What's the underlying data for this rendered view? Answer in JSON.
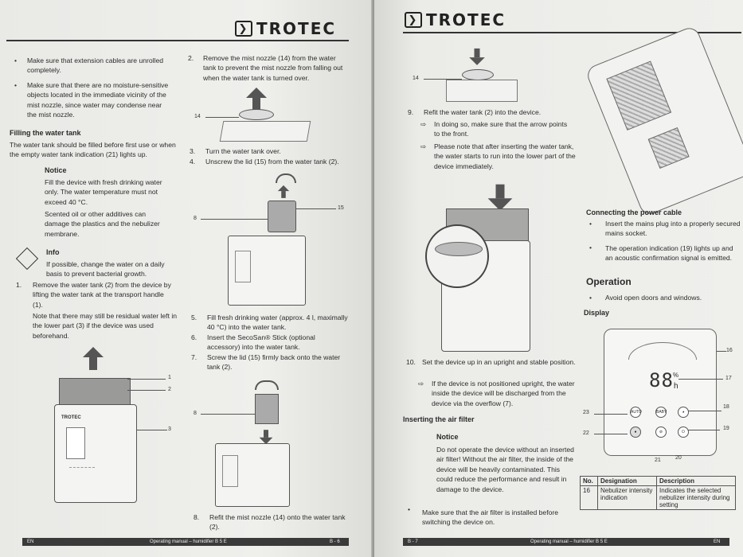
{
  "brand": "TROTEC",
  "left": {
    "bullets_top": [
      "Make sure that extension cables are unrolled completely.",
      "Make sure that there are no moisture-sensitive objects located in the immediate vicinity of the mist nozzle, since water may condense near the mist nozzle."
    ],
    "filling_heading": "Filling the water tank",
    "filling_text": "The water tank should be filled before first use or when the empty water tank indication (21) lights up.",
    "notice_heading": "Notice",
    "notice_text": "Fill the device with fresh drinking water only. The water temperature must not exceed 40 °C.",
    "notice_text2": "Scented oil or other additives can damage the plastics and the nebulizer membrane.",
    "info_heading": "Info",
    "info_text": "If possible, change the water on a daily basis to prevent bacterial growth.",
    "step1_num": "1.",
    "step1_text": "Remove the water tank (2) from the device by lifting the water tank at the transport handle (1).",
    "step1_note": "Note that there may still be residual water left in the lower part (3) if the device was used beforehand.",
    "step2_num": "2.",
    "step2_text": "Remove the mist nozzle (14) from the water tank to prevent the mist nozzle from falling out when the water tank is turned over.",
    "step3_num": "3.",
    "step3_text": "Turn the water tank over.",
    "step4_num": "4.",
    "step4_text": "Unscrew the lid (15) from the water tank (2).",
    "step5_num": "5.",
    "step5_text": "Fill fresh drinking water (approx. 4 l, maximally 40 °C) into the water tank.",
    "step6_num": "6.",
    "step6_text": "Insert the SecoSan® Stick (optional accessory) into the water tank.",
    "step7_num": "7.",
    "step7_text": "Screw the lid (15) firmly back onto the water tank (2).",
    "step8_num": "8.",
    "step8_text": "Refit the mist nozzle (14) onto the water tank (2).",
    "labels": {
      "l14": "14",
      "l15": "15",
      "l8a": "8",
      "l8b": "8",
      "l1": "1",
      "l2": "2",
      "l3": "3"
    },
    "device_brand": "TROTEC",
    "footer_lang": "EN",
    "footer_title": "Operating manual – humidifier B 5 E",
    "footer_page": "B - 6"
  },
  "right": {
    "label14": "14",
    "step9_num": "9.",
    "step9_text": "Refit the water tank (2) into the device.",
    "step9_sub1": "In doing so, make sure that the arrow points to the front.",
    "step9_sub2": "Please note that after inserting the water tank, the water starts to run into the lower part of the device immediately.",
    "step10_num": "10.",
    "step10_text": "Set the device up in an upright and stable position.",
    "step10_sub": "If the device is not positioned upright, the water inside the device will be discharged from the device via the overflow (7).",
    "filter_heading": "Inserting the air filter",
    "notice_heading": "Notice",
    "notice_text": "Do not operate the device without an inserted air filter! Without the air filter, the inside of the device will be heavily contaminated. This could reduce the performance and result in damage to the device.",
    "filter_bullet": "Make sure that the air filter is installed before switching the device on.",
    "power_heading": "Connecting the power cable",
    "power_bullets": [
      "Insert the mains plug into a properly secured mains socket.",
      "The operation indication (19) lights up and an acoustic confirmation signal is emitted."
    ],
    "operation_heading": "Operation",
    "operation_bullet": "Avoid open doors and windows.",
    "display_heading": "Display",
    "display_value": "88",
    "display_unit_pct": "%",
    "display_unit_h": "h",
    "display_labels": {
      "d16": "16",
      "d17": "17",
      "d18": "18",
      "d19": "19",
      "d20": "20",
      "d21": "21",
      "d22": "22",
      "d23": "23"
    },
    "btn_auto": "AUTO",
    "btn_baby": "BABY",
    "table": {
      "headers": [
        "No.",
        "Designation",
        "Description"
      ],
      "rows": [
        [
          "16",
          "Nebulizer intensity indication",
          "Indicates the selected nebulizer intensity during setting"
        ]
      ]
    },
    "footer_page": "B - 7",
    "footer_title": "Operating manual – humidifier B 5 E",
    "footer_lang": "EN"
  }
}
